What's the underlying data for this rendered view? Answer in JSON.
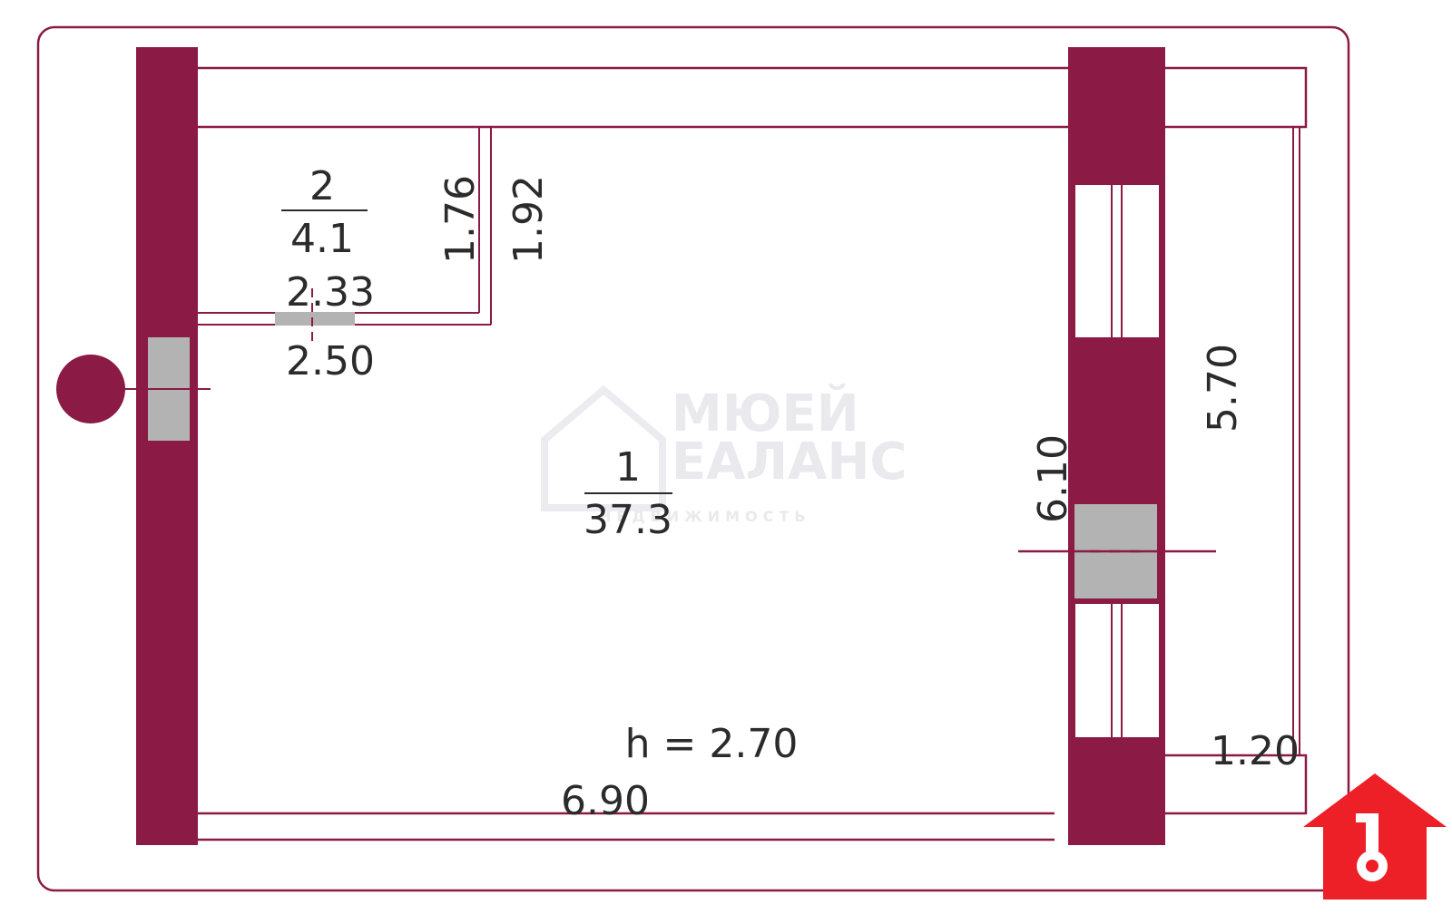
{
  "colors": {
    "wall": "#8b1a45",
    "outline": "#8b1a45",
    "opening": "#b3b3b3",
    "text": "#2b2b2b",
    "logo_red": "#ee2027",
    "logo_white": "#ffffff",
    "watermark": "#e9e9ee"
  },
  "rooms": [
    {
      "number": "2",
      "area": "4.1"
    },
    {
      "number": "1",
      "area": "37.3"
    }
  ],
  "dimensions": {
    "room2_width_inner": "2.33",
    "room2_width_outer": "2.50",
    "room2_depth_inner": "1.76",
    "room2_depth_outer": "1.92",
    "main_right_inner": "5.70",
    "main_right_outer": "6.10",
    "main_length": "6.90",
    "balcony_width": "1.20",
    "ceiling_height": "h = 2.70"
  },
  "watermark": {
    "line1": "МЮЕЙ",
    "line2": "ЕАЛАНС",
    "line3": "НЕДВИЖИМОСТЬ"
  },
  "icons": {
    "logo": "house-key-logo-icon",
    "entry": "entry-door-marker-icon"
  }
}
